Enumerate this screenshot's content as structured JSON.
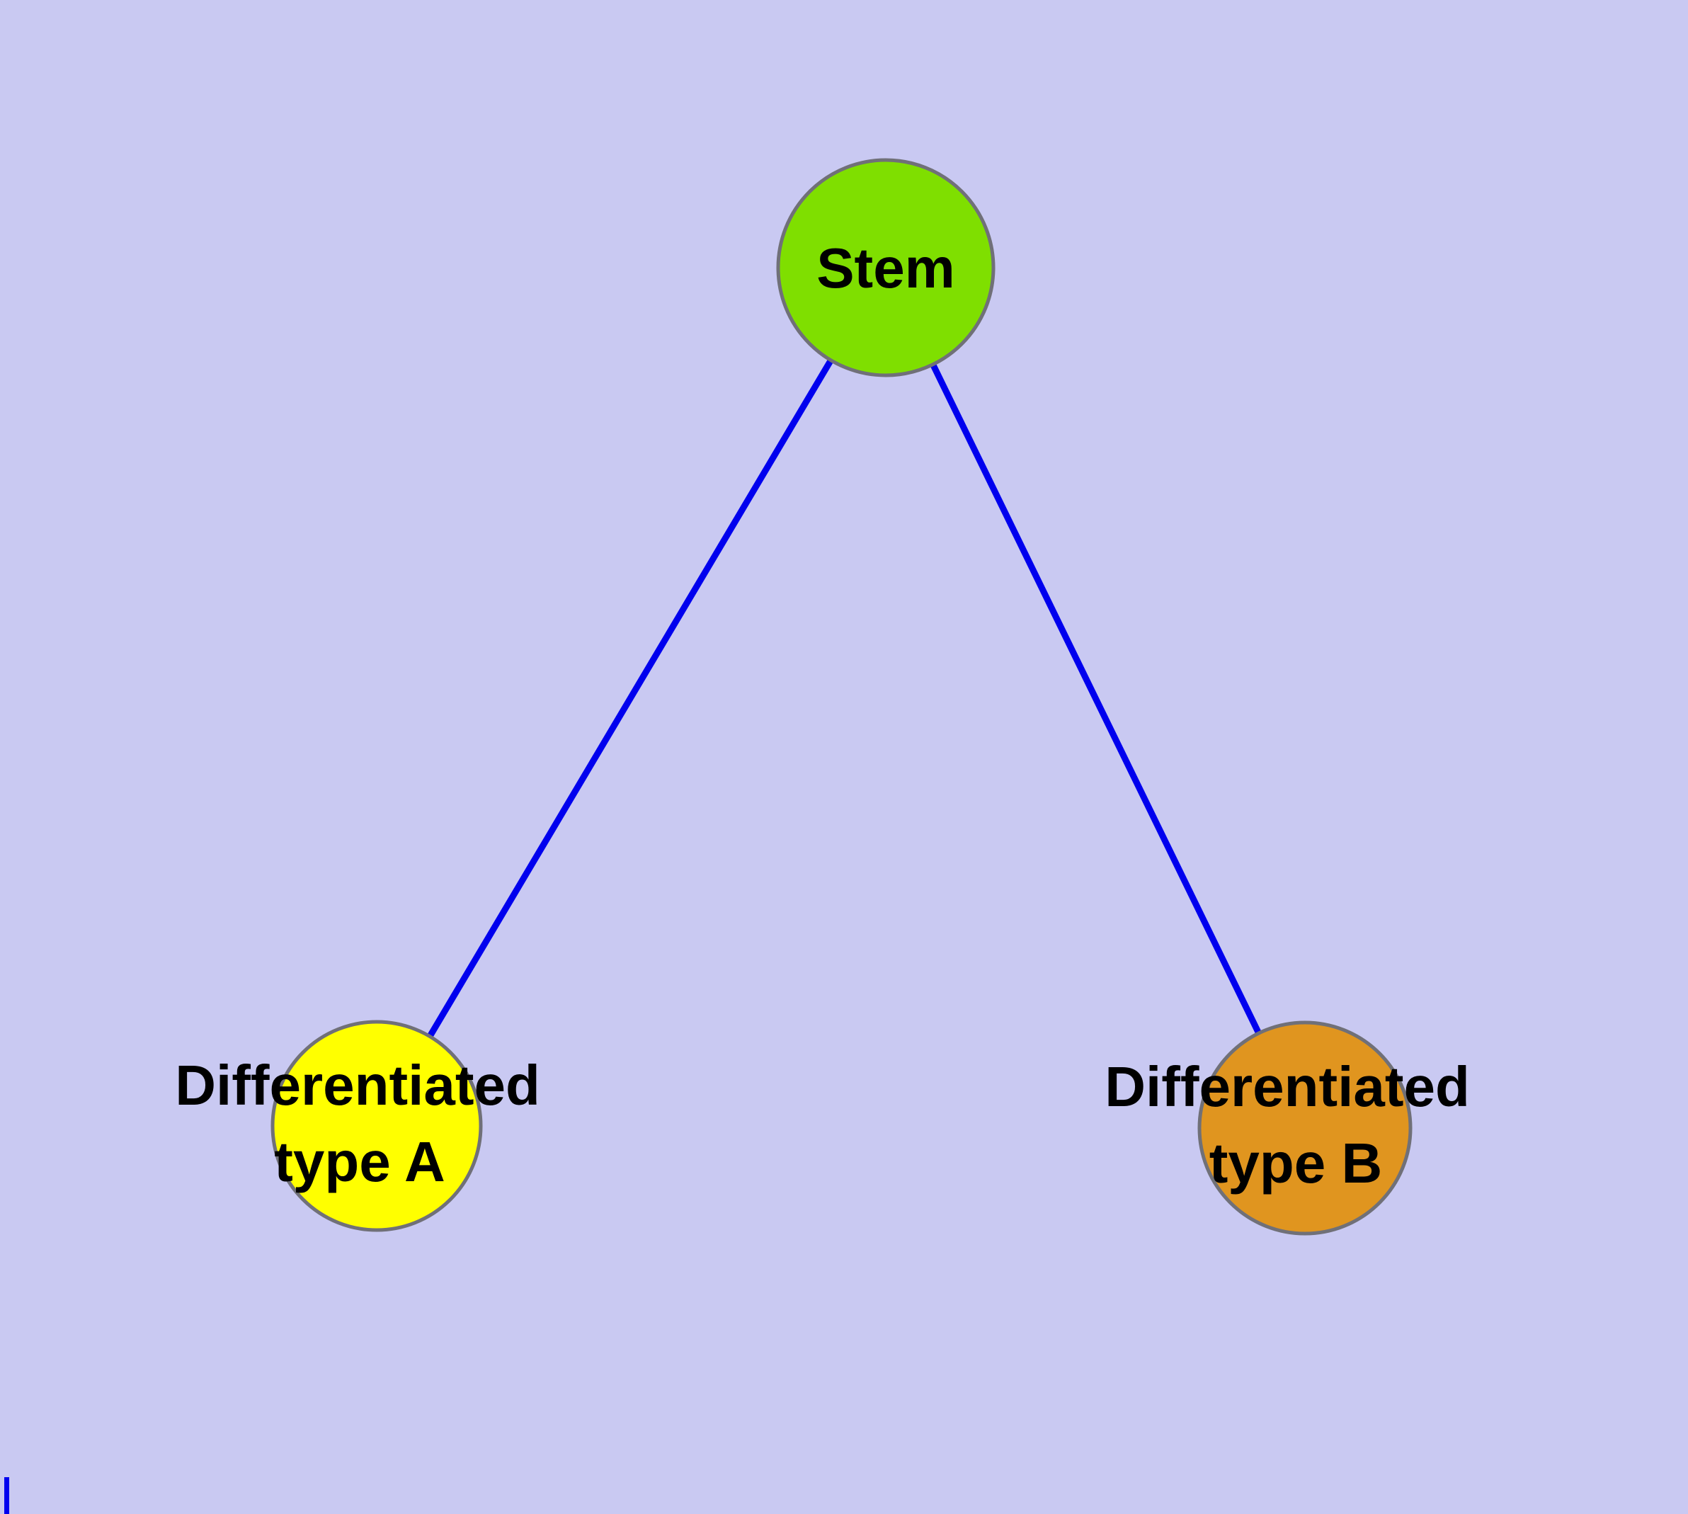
{
  "diagram": {
    "type": "node-link-graph",
    "title": "",
    "background_color": "#c9c9f2",
    "edge_color": "#0000ee",
    "node_border_color": "#707078",
    "nodes": [
      {
        "id": "stem",
        "label": "Stem",
        "lines": [
          "Stem"
        ],
        "fill": "#7fdf00"
      },
      {
        "id": "differentiated-type-a",
        "label": "Differentiated type A",
        "lines": [
          "Differentiated",
          "type A"
        ],
        "fill": "#ffff00"
      },
      {
        "id": "differentiated-type-b",
        "label": "Differentiated type B",
        "lines": [
          "Differentiated",
          "type B"
        ],
        "fill": "#e0951f"
      }
    ],
    "edges": [
      {
        "from": "stem",
        "to": "differentiated-type-a"
      },
      {
        "from": "stem",
        "to": "differentiated-type-b"
      }
    ]
  }
}
